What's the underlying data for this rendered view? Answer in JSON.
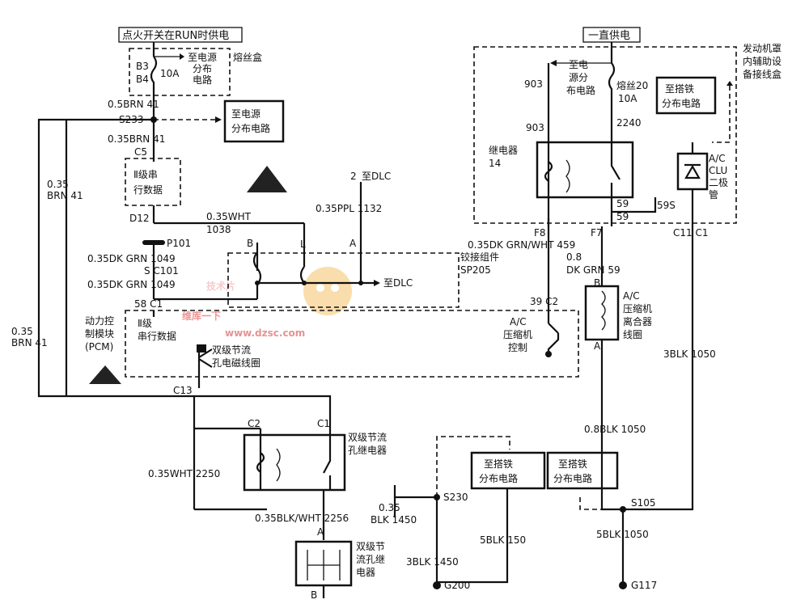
{
  "headers": {
    "ignition": "点火开关在RUN时供电",
    "constant": "一直供电"
  },
  "fuse_box": {
    "label": "熔丝盒",
    "pins": [
      "B3",
      "B4"
    ],
    "rating": "10A",
    "dest": [
      "至电源",
      "分布",
      "电路"
    ]
  },
  "underhood": {
    "label": [
      "发动机罩",
      "内辅助设",
      "备接线盒"
    ],
    "fuse": "熔丝20",
    "fuse_rating": "10A",
    "fuse_dest": [
      "至电",
      "源分",
      "布电路"
    ],
    "ground_dest": [
      "至搭铁",
      "分布电路"
    ],
    "relay": "继电器",
    "relay_num": "14",
    "diode": [
      "A/C",
      "CLU",
      "二极",
      "管"
    ],
    "circuits": [
      "903",
      "903",
      "2240",
      "59",
      "59",
      "59S"
    ]
  },
  "wires": {
    "w_05brn41": "0.5BRN 41",
    "w_035brn41_top": "0.35BRN 41",
    "w_035_left1": "0.35",
    "w_brn41_left1": "BRN 41",
    "w_035_left2": "0.35",
    "w_brn41_left2": "BRN 41",
    "w_035wht": "0.35WHT",
    "w_1038": "1038",
    "w_035ppl": "0.35PPL 1132",
    "w_035dkgrn1049a": "0.35DK GRN 1049",
    "w_035dkgrn1049b": "0.35DK GRN 1049",
    "w_035dkgrnwht": "0.35DK GRN/WHT 459",
    "w_08": "0.8",
    "w_dkgrn59": "DK GRN 59",
    "w_3blk1050": "3BLK 1050",
    "w_08blk1050": "0.8BLK 1050",
    "w_5blk1050": "5BLK 1050",
    "w_035wht2250": "0.35WHT 2250",
    "w_035blkwht": "0.35BLK/WHT 2256",
    "w_035blk": "0.35",
    "w_blk1450": "BLK 1450",
    "w_3blk1450": "3BLK 1450",
    "w_5blk150": "5BLK 150"
  },
  "connectors": {
    "s233": "S233",
    "c5": "C5",
    "d12": "D12",
    "p101": "P101",
    "s_c101": "S C101",
    "c1_58": "58 C1",
    "c13": "C13",
    "c2_c1": [
      "C2",
      "C1"
    ],
    "b_top": "B",
    "l_top": "L",
    "a_top": "A",
    "dlc_num": "2",
    "dlc": "至DLC",
    "dlc2": "至DLC",
    "c2_39": "39 C2",
    "f8": "F8",
    "f7": "F7",
    "c11": "C11 C1",
    "b_comp": "B",
    "a_comp": "A",
    "s230": "S230",
    "s105": "S105",
    "g200": "G200",
    "g117": "G117",
    "a_bottom": "A",
    "b_bottom": "B"
  },
  "modules": {
    "serial_box": [
      "Ⅱ级串",
      "行数据"
    ],
    "pcm": [
      "动力控",
      "制模块",
      "(PCM)"
    ],
    "pcm_serial": [
      "Ⅱ级",
      "串行数据"
    ],
    "solenoid": [
      "双级节流",
      "孔电磁线圈"
    ],
    "splice": [
      "铰接组件",
      "SP205"
    ],
    "ac_control": [
      "A/C",
      "压缩机",
      "控制"
    ],
    "ac_clutch": [
      "A/C",
      "压缩机",
      "离合器",
      "线圈"
    ],
    "relay1": [
      "双级节流",
      "孔继电器"
    ],
    "relay2": [
      "双级节",
      "流孔继",
      "电器"
    ],
    "ground1": [
      "至搭铁",
      "分布电路"
    ],
    "ground2": [
      "至搭铁",
      "分布电路"
    ],
    "power_dest": [
      "至电源",
      "分布电路"
    ]
  },
  "watermark": {
    "brand": "技术片",
    "slogan": "维库一下",
    "url": "www.dzsc.com"
  }
}
